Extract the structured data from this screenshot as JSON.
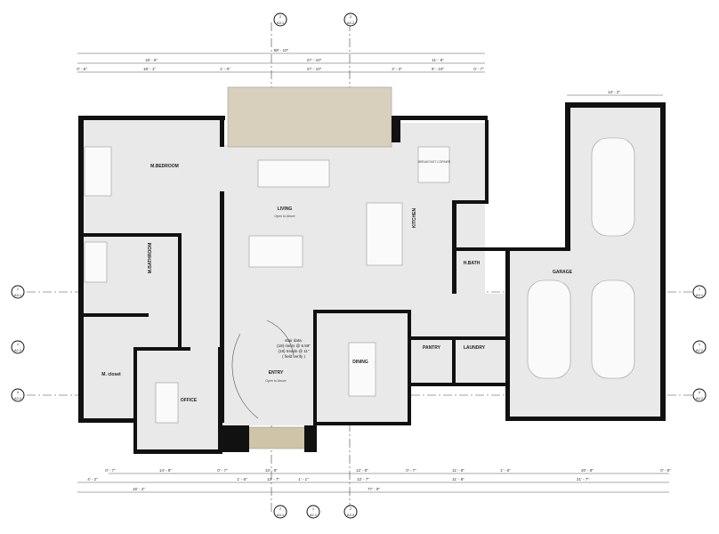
{
  "rooms": {
    "master_bedroom": {
      "name": "M.BEDROOM"
    },
    "master_bathroom": {
      "name": "M.BATHROOM"
    },
    "master_closet": {
      "name": "M. closet"
    },
    "office": {
      "name": "OFFICE"
    },
    "living": {
      "name": "LIVING",
      "note": "Open to Above"
    },
    "entry": {
      "name": "ENTRY",
      "note": "Open to Above"
    },
    "dining": {
      "name": "DINING"
    },
    "kitchen": {
      "name": "KITCHEN"
    },
    "breakfast": {
      "name": "BREAKFAST CORNER"
    },
    "half_bath": {
      "name": "H.BATH"
    },
    "garage": {
      "name": "GARAGE"
    },
    "pantry": {
      "name": "PANTRY"
    },
    "laundry": {
      "name": "LAUNDRY"
    }
  },
  "stair_note": [
    "stair data:",
    "(18) risers @ 6.59\"",
    "(18) treads @ 11\"",
    "( field verify )"
  ],
  "dimensions": {
    "top_overall": "58' - 10\"",
    "top_row2": [
      "19' - 6\"",
      "27' - 10\"",
      "11' - 6\""
    ],
    "top_row3": [
      "0' - 6\"",
      "18' - 1\"",
      "1' - 0\"",
      "27' - 10\"",
      "2' - 3\"",
      "9' - 10\"",
      "0' - 7\""
    ],
    "garage_width": "13' - 2\"",
    "bottom_row1": [
      "0' - 7\"",
      "14' - 8\"",
      "0' - 7\"",
      "10' - 8\"",
      "12' - 8\"",
      "0' - 7\"",
      "11' - 8\"",
      "1' - 6\"",
      "20' - 8\"",
      "0' - 8\""
    ],
    "bottom_row2": [
      "4' - 2\"",
      "1' - 6\"",
      "12' - 7\"",
      "1' - 1\"",
      "12' - 7\"",
      "11' - 8\"",
      "21' - 7\""
    ],
    "bottom_row3": [
      "16' - 2\"",
      "77' - 9\""
    ]
  },
  "section_markers": {
    "top": [
      {
        "num": "2",
        "sheet": "A3.1"
      },
      {
        "num": "2",
        "sheet": "A3.2"
      }
    ],
    "bottom": [
      {
        "num": "2",
        "sheet": "A3.1"
      },
      {
        "num": "1",
        "sheet": "A2.1"
      },
      {
        "num": "2",
        "sheet": "A3.2"
      }
    ],
    "left": [
      {
        "num": "1",
        "sheet": "A3.1"
      },
      {
        "num": "1",
        "sheet": "A2.2"
      },
      {
        "num": "4",
        "sheet": "A3.2"
      }
    ],
    "right": [
      {
        "num": "1",
        "sheet": "A3.1"
      },
      {
        "num": "1",
        "sheet": "A2.2"
      },
      {
        "num": "4",
        "sheet": "A3.2"
      }
    ]
  },
  "colors": {
    "wall": "#111111",
    "floor": "#e9e9e9",
    "deck": "#d8d0bc",
    "porch": "#cfc3a8"
  }
}
